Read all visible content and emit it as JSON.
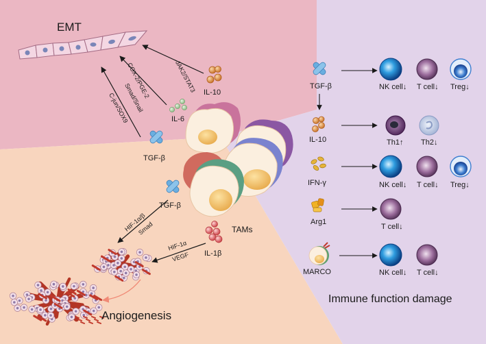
{
  "emt": {
    "title": "EMT",
    "pathways": {
      "il10": "JAK2/STAT3",
      "il6": "COX-2/PGE-2",
      "tgfb_a": "Smad/Snail",
      "tgfb_b": "C-jun/SOX9"
    },
    "cytokines": {
      "il10": "IL-10",
      "il6": "IL-6",
      "tgfb": "TGF-β"
    }
  },
  "tams": {
    "label": "TAMs"
  },
  "angiogenesis": {
    "title": "Angiogenesis",
    "tgfb_label": "TGF-β",
    "il1b_label": "IL-1β",
    "tgfb_pathways": [
      "HIF-1α/β",
      "Smad"
    ],
    "il1b_pathways": [
      "HIF-1α",
      "VEGF"
    ]
  },
  "immune": {
    "title": "Immune function damage",
    "factors": [
      {
        "name": "TGF-β",
        "icon": "tgf-beta-icon",
        "targets": [
          "NK cell↓",
          "T cell↓",
          "Treg↓"
        ]
      },
      {
        "name": "IL-10",
        "icon": "il-10-icon",
        "targets": [
          "Th1↑",
          "Th2↓"
        ]
      },
      {
        "name": "IFN-γ",
        "icon": "ifn-gamma-icon",
        "targets": [
          "NK cell↓",
          "T cell↓",
          "Treg↓"
        ]
      },
      {
        "name": "Arg1",
        "icon": "arg1-icon",
        "targets": [
          "T cell↓"
        ]
      },
      {
        "name": "MARCO",
        "icon": "marco-icon",
        "targets": [
          "NK cell↓",
          "T cell↓"
        ]
      }
    ]
  },
  "colors": {
    "emt_bg": "#ebb7c3",
    "angio_bg": "#f8d5be",
    "immune_bg": "#e2d3ea",
    "tgf": "#6aaee0",
    "il_orange": "#d9843a",
    "il6_green": "#9cc59a",
    "il1b_red": "#d9555a",
    "nk": "#1a8fd6",
    "tcell": "#7a4c7e",
    "vessel": "#b33524"
  }
}
